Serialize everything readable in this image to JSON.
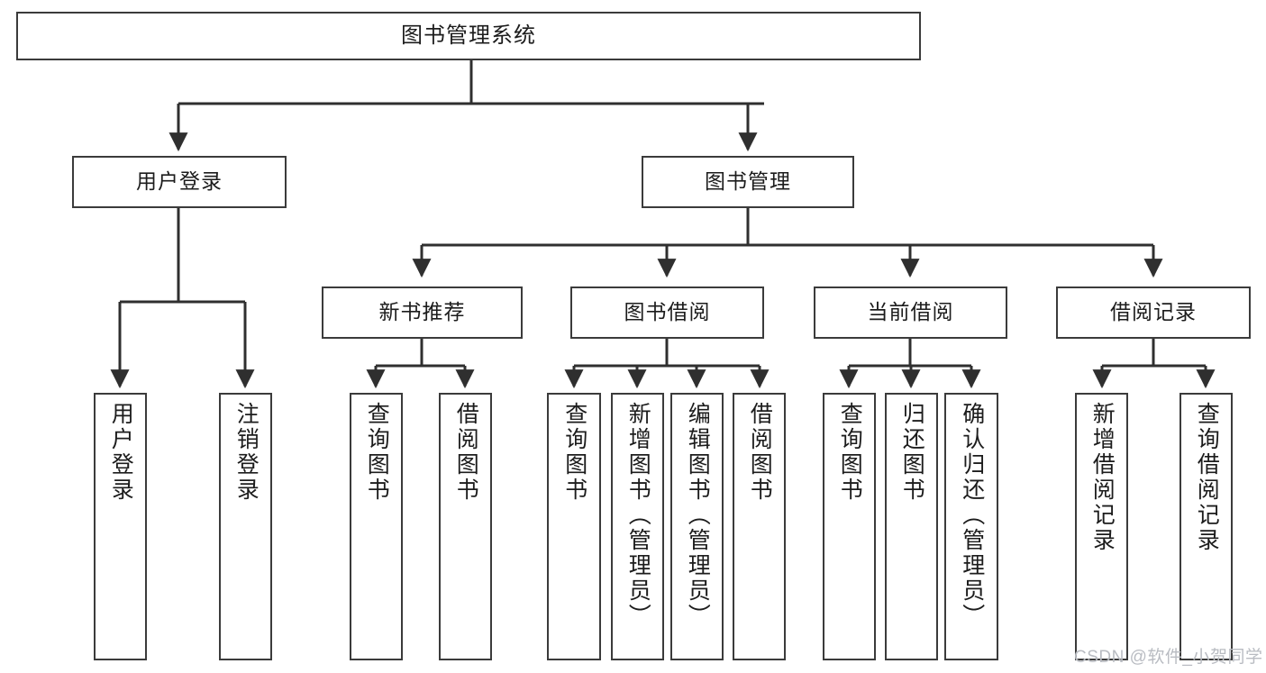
{
  "diagram": {
    "title": "图书管理系统",
    "type": "tree",
    "watermark": "CSDN @软件_小贺同学",
    "colors": {
      "border": "#3b3b3b",
      "background": "#ffffff",
      "text": "#1c1c1c",
      "connector": "#2f2f2f",
      "watermark": "#b9bcc2"
    },
    "nodes": {
      "root": {
        "label": "图书管理系统"
      },
      "level1": [
        {
          "label": "用户登录"
        },
        {
          "label": "图书管理"
        }
      ],
      "level2": [
        {
          "label": "新书推荐"
        },
        {
          "label": "图书借阅"
        },
        {
          "label": "当前借阅"
        },
        {
          "label": "借阅记录"
        }
      ],
      "leaves": {
        "user_login": [
          {
            "label": "用户登录"
          },
          {
            "label": "注销登录"
          }
        ],
        "new_book_recommend": [
          {
            "label": "查询图书"
          },
          {
            "label": "借阅图书"
          }
        ],
        "book_borrow": [
          {
            "label": "查询图书"
          },
          {
            "label": "新增图书（管理员）"
          },
          {
            "label": "编辑图书（管理员）"
          },
          {
            "label": "借阅图书"
          }
        ],
        "current_borrow": [
          {
            "label": "查询图书"
          },
          {
            "label": "归还图书"
          },
          {
            "label": "确认归还（管理员）"
          }
        ],
        "borrow_record": [
          {
            "label": "新增借阅记录"
          },
          {
            "label": "查询借阅记录"
          }
        ]
      }
    }
  }
}
